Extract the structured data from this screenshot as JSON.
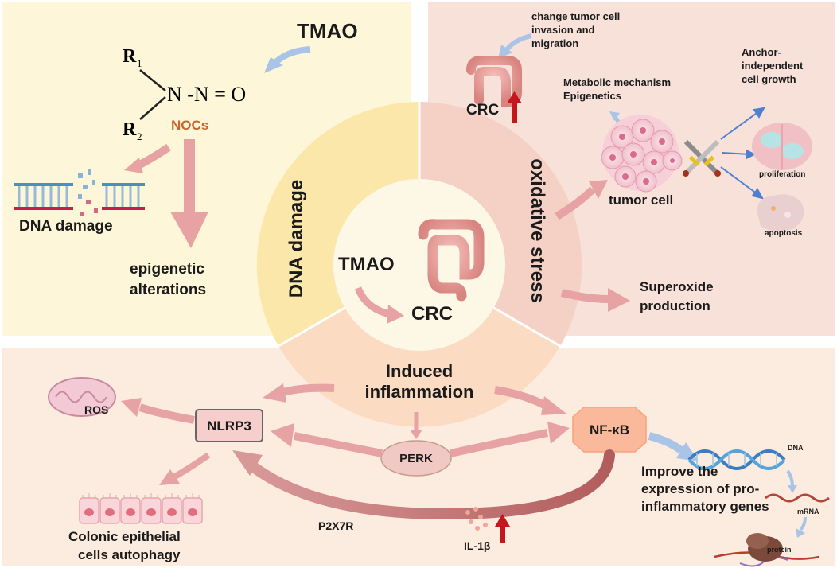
{
  "center": {
    "tmao": "TMAO",
    "crc": "CRC",
    "ring_dna": "DNA damage",
    "ring_oxidative": "oxidative stress",
    "ring_inflam_1": "Induced",
    "ring_inflam_2": "inflammation"
  },
  "dna_panel": {
    "tmao": "TMAO",
    "r1": "R",
    "r1_sub": "1",
    "r2": "R",
    "r2_sub": "2",
    "formula": "N -N = O",
    "nocs": "NOCs",
    "dna_damage": "DNA damage",
    "epigenetic_1": "epigenetic",
    "epigenetic_2": "alterations"
  },
  "oxidative_panel": {
    "invasion_1": "change tumor cell",
    "invasion_2": "invasion and",
    "invasion_3": "migration",
    "crc": "CRC",
    "metabolic_1": "Metabolic mechanism",
    "metabolic_2": "Epigenetics",
    "anchor_1": "Anchor-",
    "anchor_2": "independent",
    "anchor_3": "cell growth",
    "proliferation": "proliferation",
    "apoptosis": "apoptosis",
    "tumor_cell": "tumor cell",
    "superoxide_1": "Superoxide",
    "superoxide_2": "production"
  },
  "inflammation_panel": {
    "ros": "ROS",
    "nlrp3": "NLRP3",
    "perk": "PERK",
    "nfkb": "NF-κB",
    "colonic_1": "Colonic epithelial",
    "colonic_2": "cells autophagy",
    "p2x7r": "P2X7R",
    "il1b": "IL-1β",
    "dna": "DNA",
    "mrna": "mRNA",
    "protein": "protein",
    "improve_1": "Improve the",
    "improve_2": "expression of pro-",
    "improve_3": "inflammatory genes"
  },
  "colors": {
    "dna_bg": "#fdf6d8",
    "oxidative_bg": "#f7e1d9",
    "inflam_bg": "#fcebdf",
    "ring_dna": "#fbe7a9",
    "ring_oxidative": "#f4d1c4",
    "ring_inflam": "#fbdcc2",
    "inner": "#fdf7e6",
    "arrow_pink": "#e7a3a3",
    "arrow_blue": "#a9c4e6",
    "nocs": "#c7662d",
    "red_up": "#c4161c"
  }
}
